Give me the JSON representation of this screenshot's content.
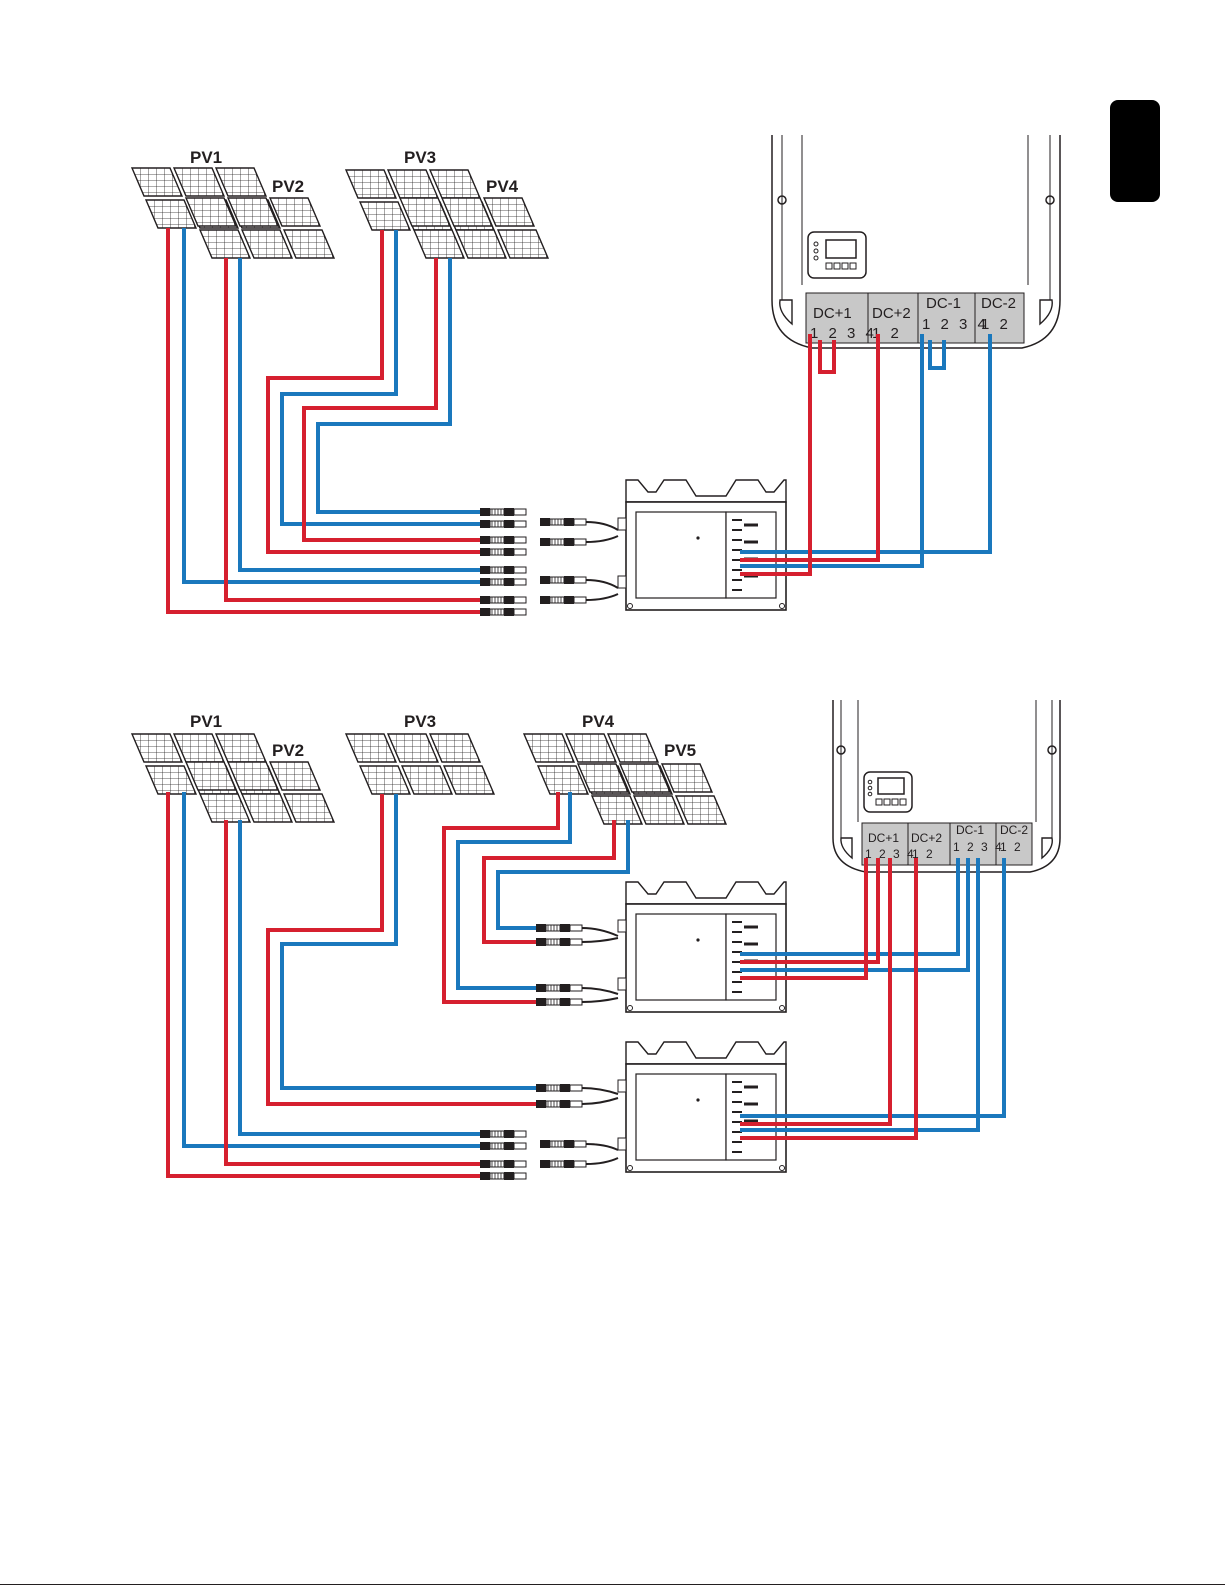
{
  "colors": {
    "positive": "#d6202f",
    "negative": "#1a78bd",
    "outline": "#231f20",
    "terminal_fill": "#c8c8c8",
    "tab": "#000000"
  },
  "diagram1": {
    "pv_labels": [
      "PV1",
      "PV2",
      "PV3",
      "PV4"
    ],
    "terminals": {
      "dc_plus_1": "DC+1",
      "dc_plus_1_pins": "1 2 3 4",
      "dc_plus_2": "DC+2",
      "dc_plus_2_pins": "1 2",
      "dc_minus_1": "DC-1",
      "dc_minus_1_pins": "1 2 3 4",
      "dc_minus_2": "DC-2",
      "dc_minus_2_pins": "1 2"
    }
  },
  "diagram2": {
    "pv_labels": [
      "PV1",
      "PV2",
      "PV3",
      "PV4",
      "PV5"
    ],
    "terminals": {
      "dc_plus_1": "DC+1",
      "dc_plus_1_pins": "1 2 3 4",
      "dc_plus_2": "DC+2",
      "dc_plus_2_pins": "1 2",
      "dc_minus_1": "DC-1",
      "dc_minus_1_pins": "1 2 3 4",
      "dc_minus_2": "DC-2",
      "dc_minus_2_pins": "1 2"
    }
  },
  "page": {
    "side_tab": ""
  }
}
